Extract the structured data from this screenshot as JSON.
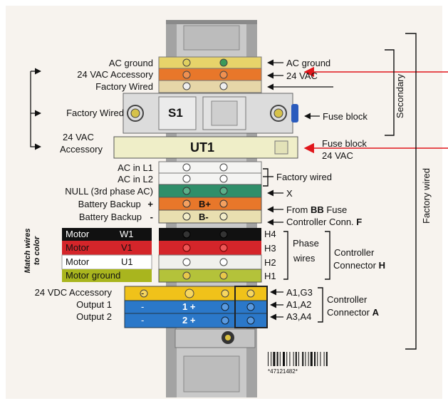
{
  "left_labels": {
    "ac_ground": "AC ground",
    "vac_accessory": "24 VAC Accessory",
    "factory_wired_top": "Factory Wired",
    "factory_wired_s1": "Factory Wired",
    "vac_24": "24 VAC",
    "accessory": "Accessory",
    "ac_in_l1": "AC in L1",
    "ac_in_l2": "AC in L2",
    "null_phase": "NULL  (3rd phase AC)",
    "battery_plus": "Battery Backup",
    "battery_plus_sign": "+",
    "battery_minus": "Battery Backup",
    "battery_minus_sign": "-",
    "vdc_accessory": "24 VDC Accessory",
    "output1": "Output 1",
    "output2": "Output 2",
    "match_wires": "Match wires",
    "to_color": "to color"
  },
  "motor_rows": {
    "w1": {
      "name": "Motor",
      "code": "W1"
    },
    "v1": {
      "name": "Motor",
      "code": "V1"
    },
    "u1": {
      "name": "Motor",
      "code": "U1"
    },
    "ground": "Motor ground"
  },
  "module_labels": {
    "s1": "S1",
    "ut1": "UT1",
    "b_plus": "B+",
    "b_minus": "B-",
    "out1": "1 +",
    "out2": "2 +",
    "minus1": "-",
    "minus2": "-",
    "minus3": "-"
  },
  "right_labels": {
    "ac_ground": "AC ground",
    "vac_24": "24 VAC",
    "fuse_block": "Fuse block",
    "fuse_block_24": "Fuse block",
    "fuse_block_24b": "24 VAC",
    "secondary": "Secondary",
    "factory_wired_small": "Factory wired",
    "x": "X",
    "from_bb_pre": "From ",
    "from_bb_bold": "BB",
    "from_bb_post": " Fuse",
    "controller_f_pre": "Controller Conn. ",
    "controller_f_bold": "F",
    "h4": "H4",
    "h3": "H3",
    "h2": "H2",
    "h1": "H1",
    "phase": "Phase",
    "wires": "wires",
    "controller_h1": "Controller",
    "controller_h2_pre": "Connector ",
    "controller_h2_bold": "H",
    "a1g3": "A1,G3",
    "a1a2": "A1,A2",
    "a3a4": "A3,A4",
    "controller_a1": "Controller",
    "controller_a2_pre": "Connector ",
    "controller_a2_bold": "A",
    "factory_wired_big": "Factory wired"
  },
  "barcode": {
    "text": "*47121482*"
  },
  "colors": {
    "rail": "#9c9c9c",
    "yellow": "#f0c21a",
    "orange": "#e8772a",
    "green": "#2f8f5a",
    "black": "#111111",
    "red": "#d4252a",
    "white": "#f2f2ee",
    "olive": "#a9b51e",
    "blue": "#2b78c9",
    "arrow_red": "#e0161b"
  }
}
